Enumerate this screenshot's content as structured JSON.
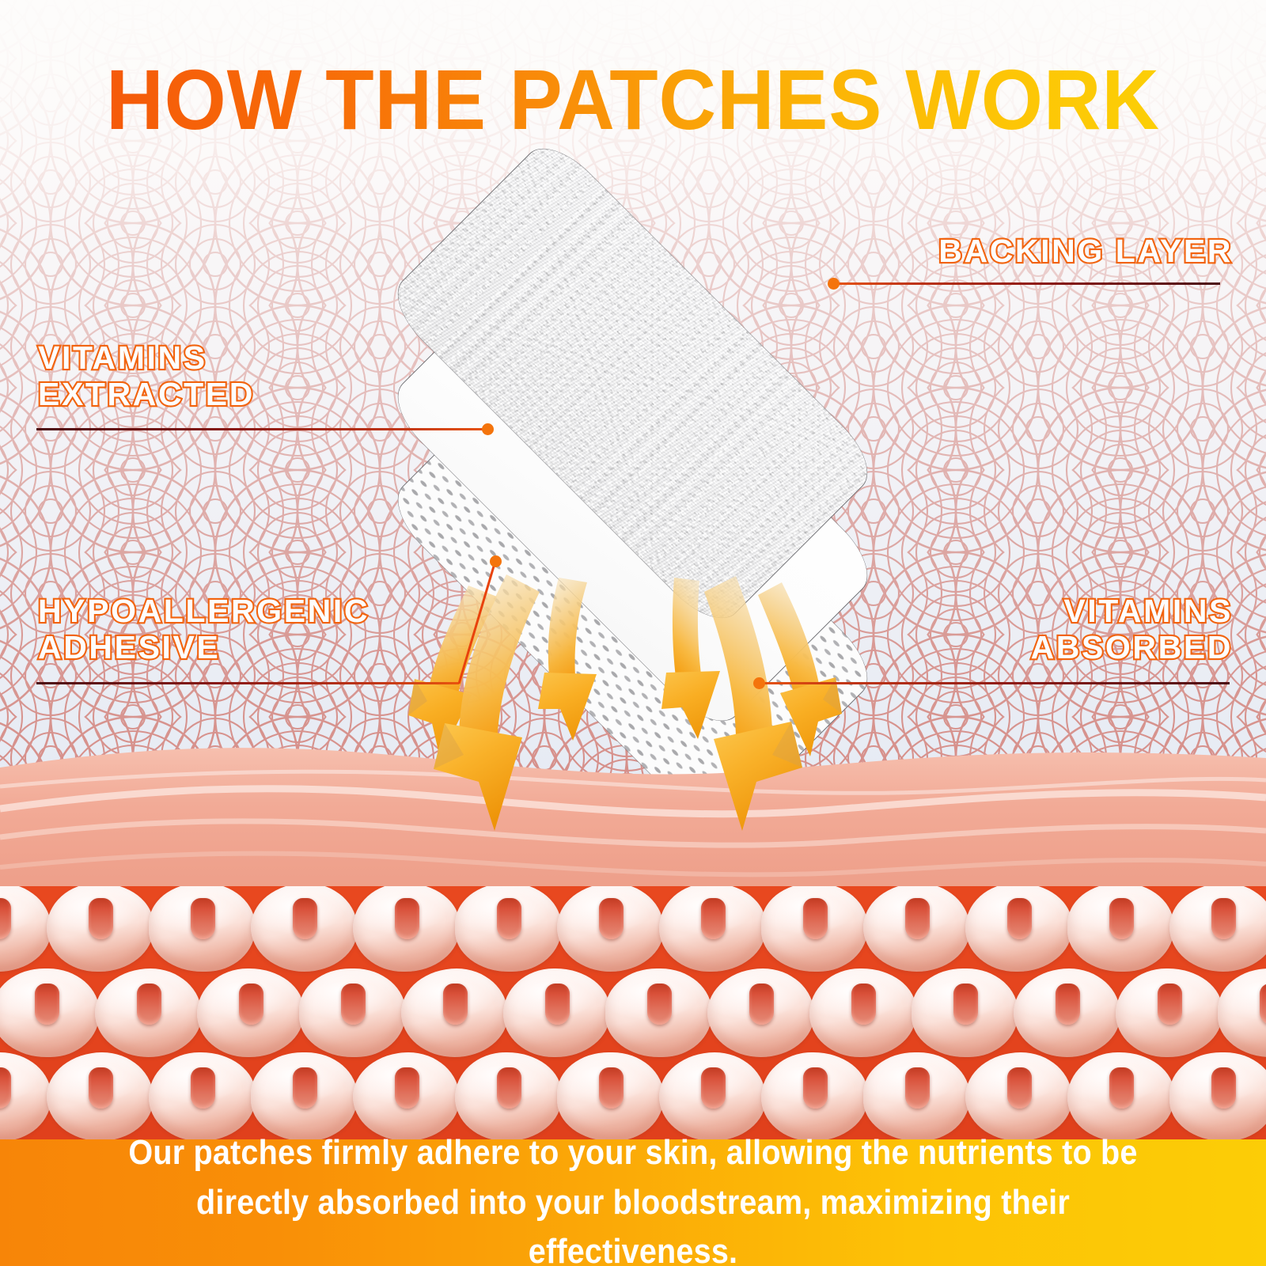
{
  "page": {
    "title": "HOW THE PATCHES WORK",
    "accent_orange": "#f2630d",
    "accent_red": "#4b0d12",
    "title_gradient_start": "#f4550a",
    "title_gradient_end": "#fcd206",
    "background_color": "#e8ecf4",
    "wave_line_color": "#d98c87"
  },
  "header": {
    "heading": "HOW THE PATCHES WORK"
  },
  "diagram": {
    "layers": [
      {
        "id": "backing",
        "label_line1": "BACKING LAYER",
        "label_line2": "",
        "texture": "non-woven-fleck",
        "fill": "#e9e9e9"
      },
      {
        "id": "film",
        "label_line1": "VITAMINS",
        "label_line2": "EXTRACTED",
        "texture": "plain-white",
        "fill": "#ffffff"
      },
      {
        "id": "adhesive",
        "label_line1": "HYPOALLERGENIC",
        "label_line2": "ADHESIVE",
        "texture": "dot-grid",
        "fill": "#fcfcfc"
      }
    ],
    "absorption_label": {
      "line1": "VITAMINS",
      "line2": "ABSORBED"
    },
    "arrow_count": 6,
    "arrow_color_start": "#f6d79a",
    "arrow_color_end": "#f6a01b"
  },
  "skin": {
    "epidermis_color": "#f0a692",
    "cell_bed_color": "#e8481f",
    "cell_rows": 3,
    "cells_per_row": 13
  },
  "footer": {
    "caption": "Our patches firmly adhere to your skin, allowing the nutrients to be directly absorbed into your bloodstream, maximizing their effectiveness.",
    "gradient_start": "#f78508",
    "gradient_end": "#fccd06"
  }
}
